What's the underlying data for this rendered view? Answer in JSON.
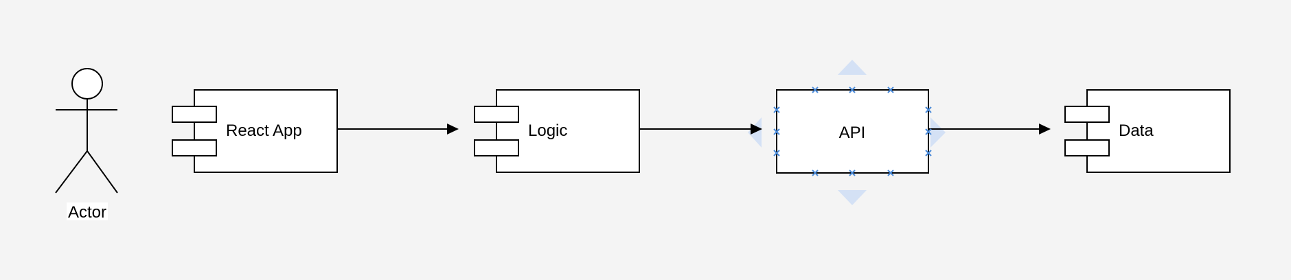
{
  "diagram": {
    "actor": {
      "label": "Actor"
    },
    "components": [
      {
        "id": "react-app",
        "label": "React App"
      },
      {
        "id": "logic",
        "label": "Logic"
      },
      {
        "id": "data",
        "label": "Data"
      }
    ],
    "selected_box": {
      "id": "api",
      "label": "API"
    },
    "connections": [
      {
        "from": "React App",
        "to": "Logic"
      },
      {
        "from": "Logic",
        "to": "API"
      },
      {
        "from": "API",
        "to": "Data"
      }
    ]
  },
  "colors": {
    "background": "#f4f4f4",
    "stroke": "#000000",
    "fill": "#ffffff",
    "selection_handle": "#4a8ad8",
    "hover_arrow": "#d4e1f5"
  }
}
